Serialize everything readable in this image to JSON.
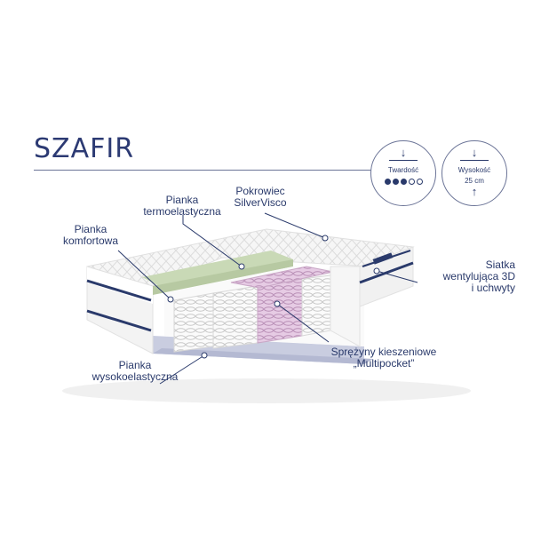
{
  "product": {
    "title": "SZAFIR"
  },
  "badges": {
    "firmness": {
      "label": "Twardość",
      "level": 3,
      "max": 5,
      "icon": "arrow-down-icon"
    },
    "height": {
      "label": "Wysokość",
      "value": "25 cm",
      "icon": "arrow-down-icon"
    }
  },
  "callouts": {
    "foam_thermo": [
      "Pianka",
      "termoelastyczna"
    ],
    "cover": [
      "Pokrowiec",
      "SilverVisco"
    ],
    "foam_comfort": [
      "Pianka",
      "komfortowa"
    ],
    "mesh": [
      "Siatka",
      "wentylująca 3D",
      "i uchwyty"
    ],
    "springs": [
      "Sprężyny kieszeniowe",
      "„Multipocket”"
    ],
    "foam_high": [
      "Pianka",
      "wysokoelastyczna"
    ]
  },
  "colors": {
    "navy": "#2a3a6b",
    "line": "#6b7497",
    "green_foam": "#c9d9b6",
    "spring_pink": "#d9b8d8",
    "base_blue": "#c9cde0"
  }
}
